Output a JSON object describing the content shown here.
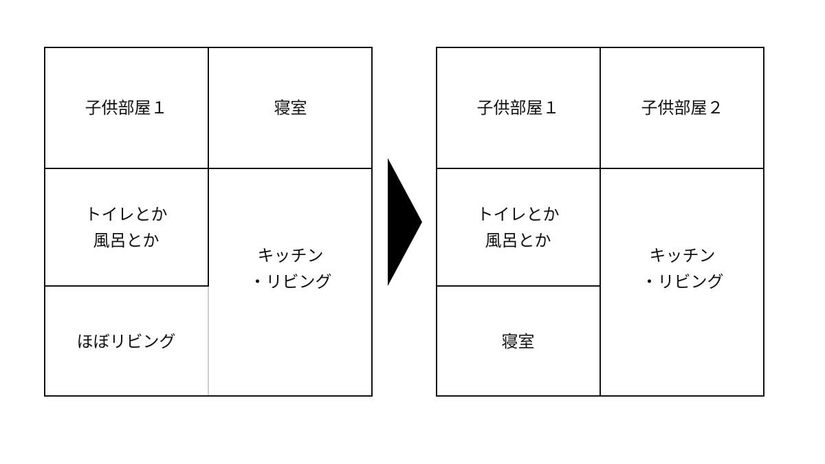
{
  "before": {
    "rooms": {
      "kids_room_1": "子供部屋１",
      "bedroom": "寝室",
      "toilet_bath": "トイレとか\n風呂とか",
      "kitchen_living": "キッチン\n・リビング",
      "mostly_living": "ほぼリビング"
    }
  },
  "after": {
    "rooms": {
      "kids_room_1": "子供部屋１",
      "kids_room_2": "子供部屋２",
      "toilet_bath": "トイレとか\n風呂とか",
      "kitchen_living": "キッチン\n・リビング",
      "bedroom": "寝室"
    }
  },
  "colors": {
    "wall": "#111111",
    "open_partition": "#cfcfcf",
    "arrow": "#000000"
  },
  "arrow_icon": "triangle-right"
}
